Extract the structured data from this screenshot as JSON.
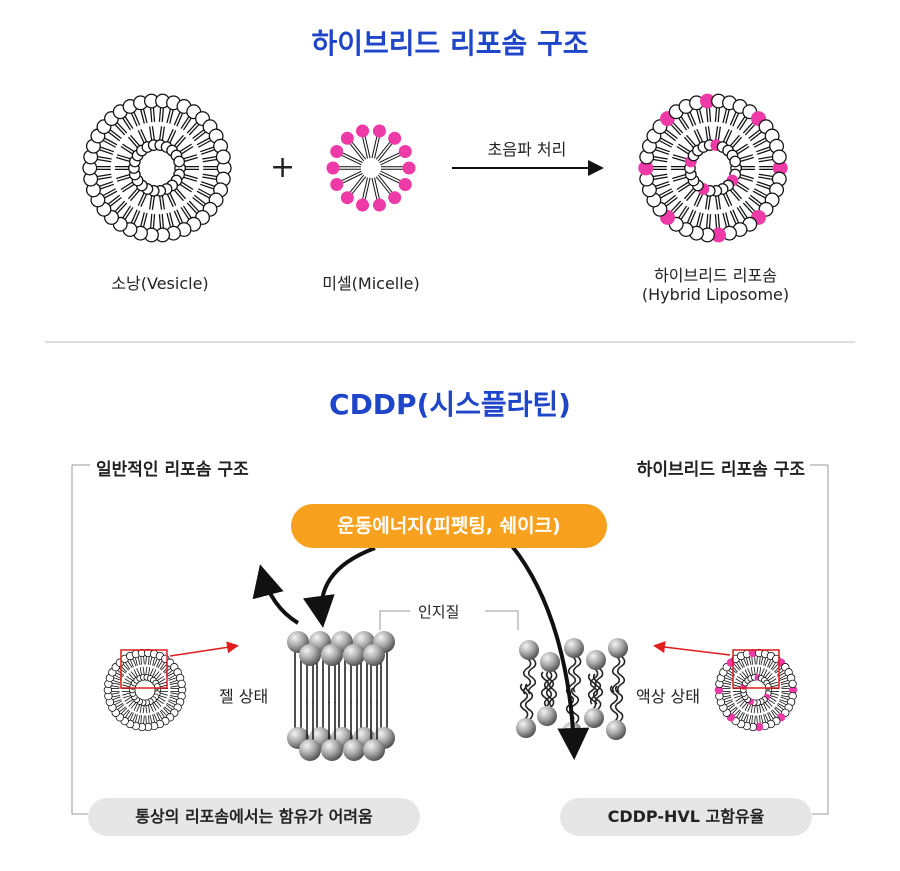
{
  "top": {
    "title": "하이브리드 리포솜 구조",
    "vesicle_label": "소낭(Vesicle)",
    "micelle_label": "미셀(Micelle)",
    "plus": "+",
    "process_label": "초음파 처리",
    "hybrid_label_line1": "하이브리드 리포솜",
    "hybrid_label_line2": "(Hybrid Liposome)"
  },
  "bottom": {
    "title": "CDDP(시스플라틴)",
    "left_header": "일반적인 리포솜 구조",
    "right_header": "하이브리드 리포솜 구조",
    "energy_label": "운동에너지(피펫팅, 쉐이크)",
    "phospholipid_label": "인지질",
    "gel_state": "젤 상태",
    "liquid_state": "액상 상태",
    "left_result": "통상의 리포솜에서는 함유가 어려움",
    "right_result": "CDDP-HVL 고함유율"
  },
  "colors": {
    "title_blue": "#1f45c8",
    "accent_magenta": "#ee3aa6",
    "energy_orange": "#f7a11f",
    "arrow_red": "#e11d1d",
    "pill_grey": "#e6e6e6"
  }
}
